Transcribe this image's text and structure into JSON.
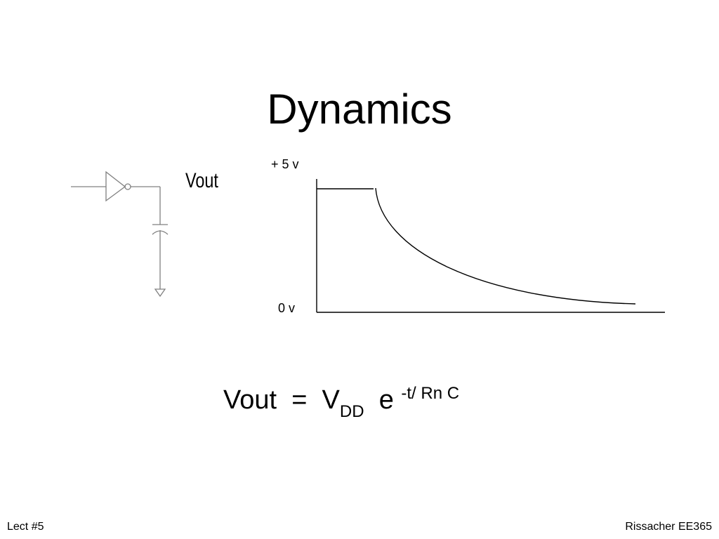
{
  "title": "Dynamics",
  "circuit": {
    "output_label": "Vout",
    "symbols": [
      "inverter-icon",
      "capacitor-icon",
      "ground-icon"
    ],
    "line_color": "#808080"
  },
  "waveform": {
    "top_label": "+ 5 v",
    "bottom_label": "0 v"
  },
  "equation": {
    "lhs": "Vout",
    "equals": "=",
    "v": "V",
    "v_subscript": "DD",
    "e": "e",
    "exponent": "-t/ Rn C"
  },
  "footer": {
    "left": "Lect #5",
    "right": "Rissacher EE365"
  }
}
